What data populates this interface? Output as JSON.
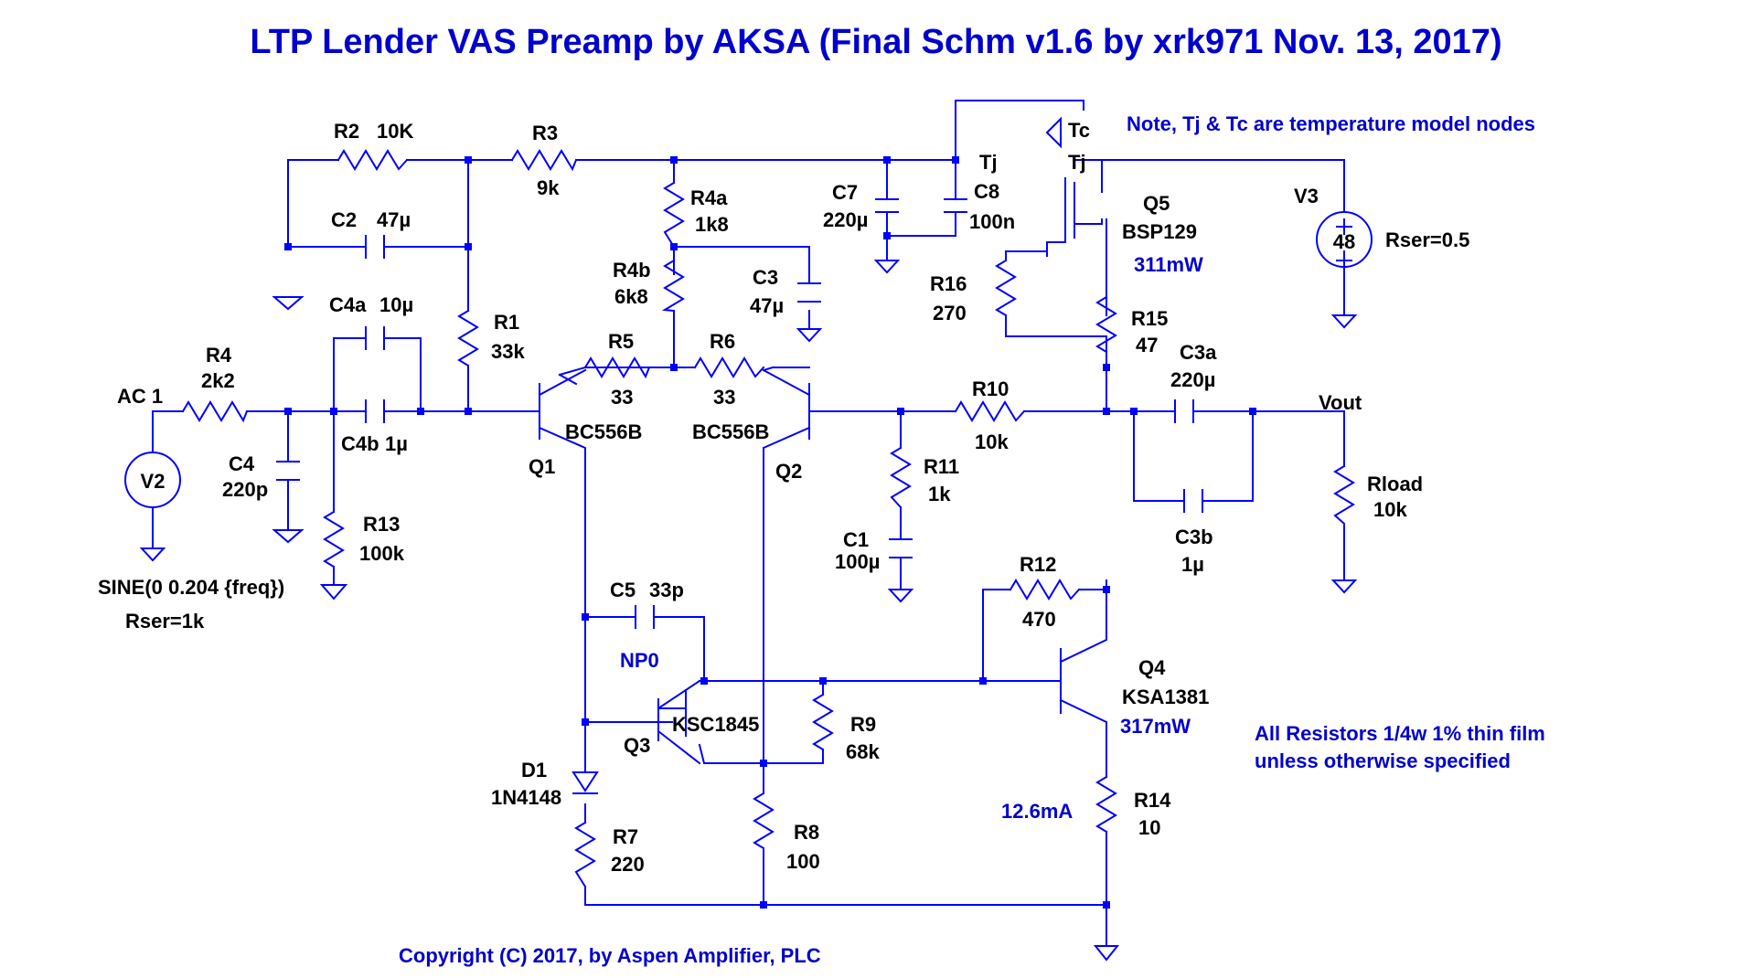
{
  "title": "LTP Lender VAS Preamp by AKSA (Final Schm v1.6 by xrk971 Nov. 13, 2017)",
  "notes": {
    "temperature": "Note, Tj & Tc are temperature model nodes",
    "resistors_line1": "All Resistors 1/4w 1% thin film",
    "resistors_line2": "unless otherwise specified",
    "copyright": "Copyright (C) 2017, by Aspen Amplifier, PLC",
    "q5_power": "311mW",
    "q4_power": "317mW",
    "q4_current": "12.6mA",
    "c5_type": "NP0"
  },
  "nets": {
    "input": "AC 1",
    "output": "Vout",
    "tj": "Tj",
    "tj2": "Tj",
    "tc": "Tc"
  },
  "sources": {
    "v2": {
      "ref": "V2",
      "spec": "SINE(0  0.204 {freq})",
      "rser": "Rser=1k"
    },
    "v3": {
      "ref": "V3",
      "value": "48",
      "rser": "Rser=0.5"
    }
  },
  "resistors": {
    "r1": {
      "ref": "R1",
      "value": "33k"
    },
    "r2": {
      "ref": "R2",
      "value": "10K"
    },
    "r3": {
      "ref": "R3",
      "value": "9k"
    },
    "r4": {
      "ref": "R4",
      "value": "2k2"
    },
    "r4a": {
      "ref": "R4a",
      "value": "1k8"
    },
    "r4b": {
      "ref": "R4b",
      "value": "6k8"
    },
    "r5": {
      "ref": "R5",
      "value": "33"
    },
    "r6": {
      "ref": "R6",
      "value": "33"
    },
    "r7": {
      "ref": "R7",
      "value": "220"
    },
    "r8": {
      "ref": "R8",
      "value": "100"
    },
    "r9": {
      "ref": "R9",
      "value": "68k"
    },
    "r10": {
      "ref": "R10",
      "value": "10k"
    },
    "r11": {
      "ref": "R11",
      "value": "1k"
    },
    "r12": {
      "ref": "R12",
      "value": "470"
    },
    "r13": {
      "ref": "R13",
      "value": "100k"
    },
    "r14": {
      "ref": "R14",
      "value": "10"
    },
    "r15": {
      "ref": "R15",
      "value": "47"
    },
    "r16": {
      "ref": "R16",
      "value": "270"
    },
    "rload": {
      "ref": "Rload",
      "value": "10k"
    }
  },
  "capacitors": {
    "c1": {
      "ref": "C1",
      "value": "100µ"
    },
    "c2": {
      "ref": "C2",
      "value": "47µ"
    },
    "c3": {
      "ref": "C3",
      "value": "47µ"
    },
    "c3a": {
      "ref": "C3a",
      "value": "220µ"
    },
    "c3b": {
      "ref": "C3b",
      "value": "1µ"
    },
    "c4": {
      "ref": "C4",
      "value": "220p"
    },
    "c4a": {
      "ref": "C4a",
      "value": "10µ"
    },
    "c4b": {
      "ref": "C4b",
      "value": "1µ"
    },
    "c5": {
      "ref": "C5",
      "value": "33p"
    },
    "c7": {
      "ref": "C7",
      "value": "220µ"
    },
    "c8": {
      "ref": "C8",
      "value": "100n"
    }
  },
  "semis": {
    "q1": {
      "ref": "Q1",
      "part": "BC556B"
    },
    "q2": {
      "ref": "Q2",
      "part": "BC556B"
    },
    "q3": {
      "ref": "Q3",
      "part": "KSC1845"
    },
    "q4": {
      "ref": "Q4",
      "part": "KSA1381"
    },
    "q5": {
      "ref": "Q5",
      "part": "BSP129"
    },
    "d1": {
      "ref": "D1",
      "part": "1N4148"
    }
  }
}
